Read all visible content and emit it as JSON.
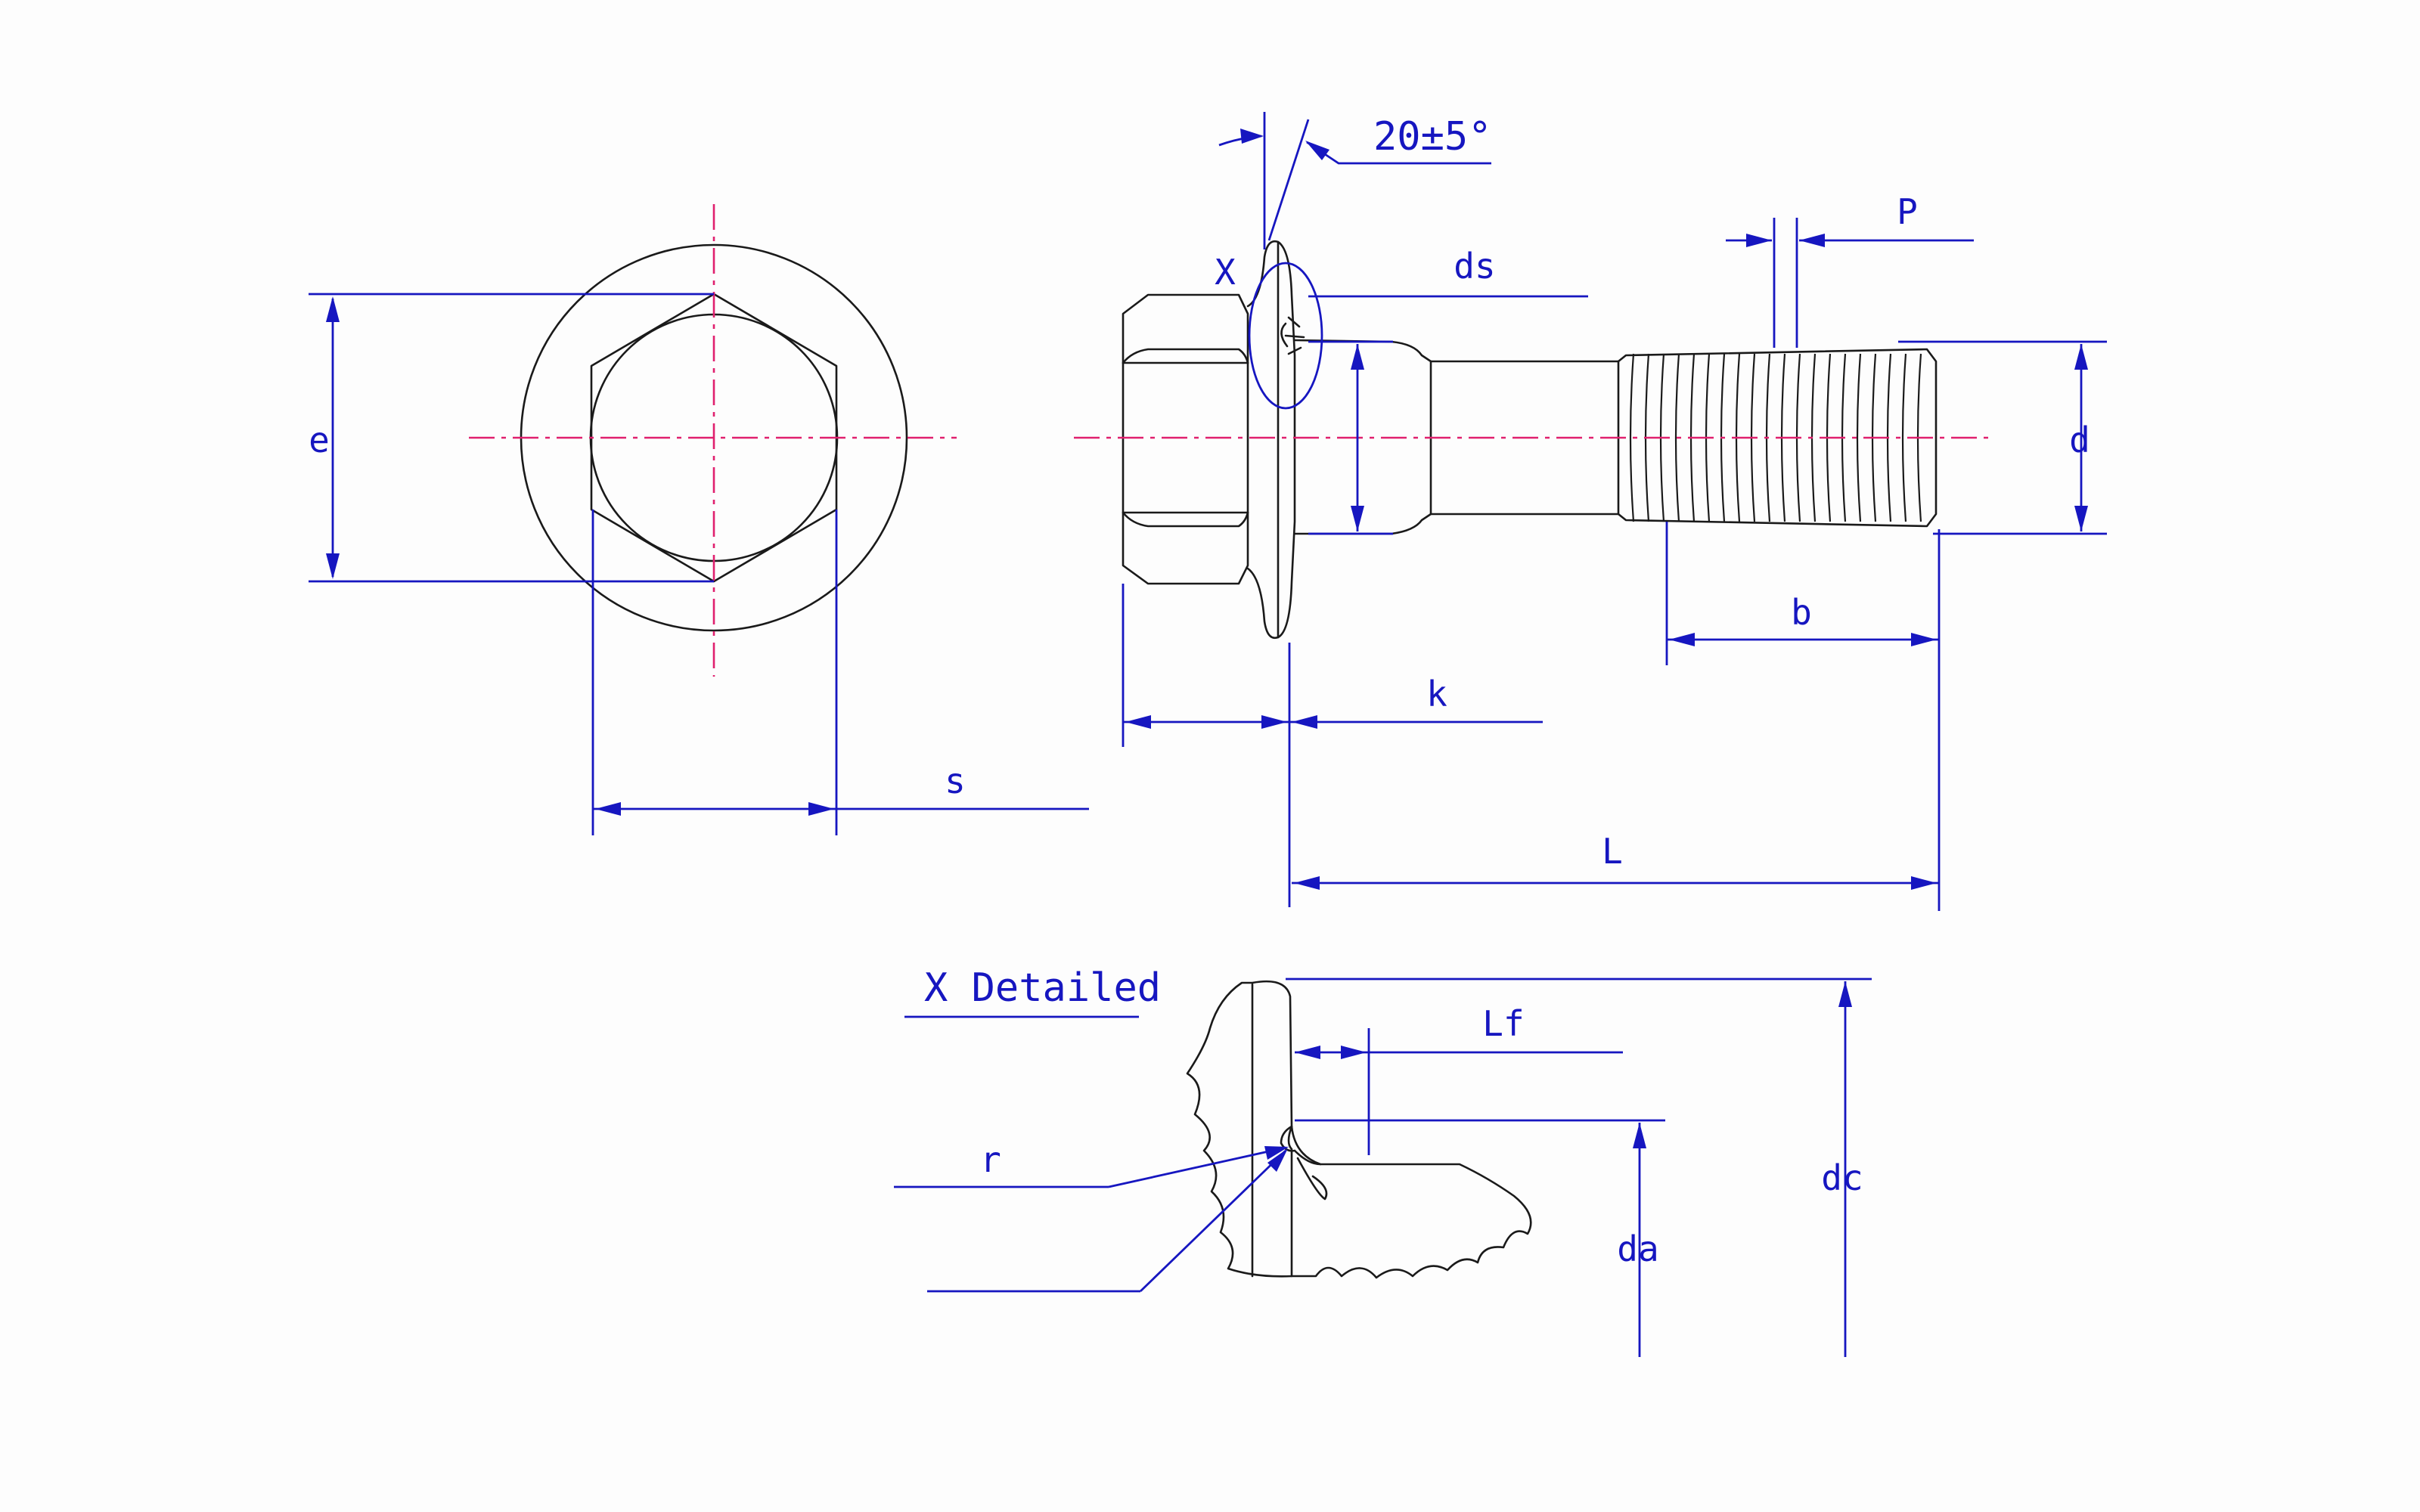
{
  "diagram": {
    "labels": {
      "e": "e",
      "s": "s",
      "angle": "20±5°",
      "x_marker": "X",
      "ds": "ds",
      "p": "P",
      "d": "d",
      "b": "b",
      "k": "k",
      "l": "L",
      "x_detailed": "X Detailed",
      "lf": "Lf",
      "r": "r",
      "dc": "dc",
      "da": "da"
    },
    "colors": {
      "dimension": "#1616c0",
      "centerline": "#e0206e",
      "outline": "#1a1a1a",
      "background": "#fdfdfd"
    }
  }
}
